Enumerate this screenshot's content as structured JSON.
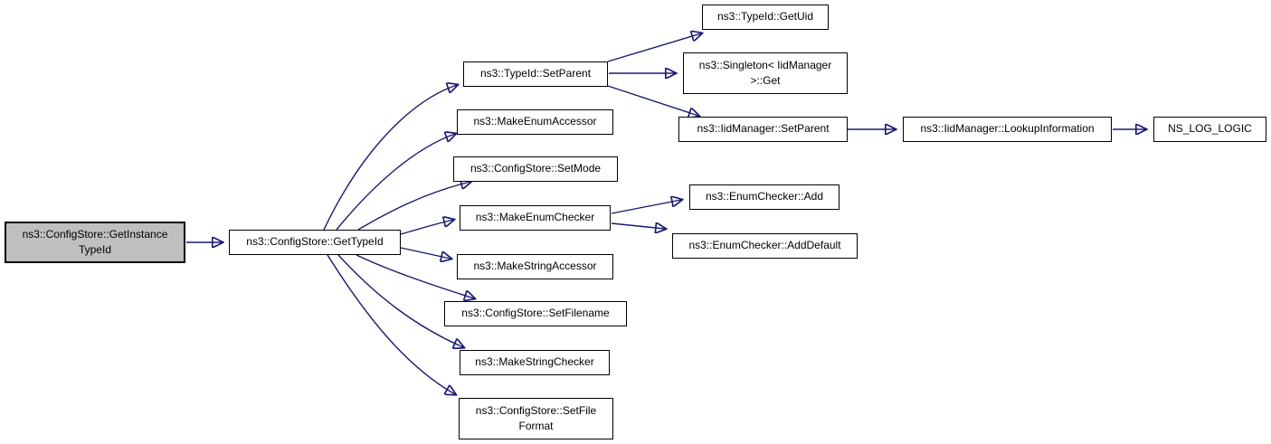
{
  "diagram": {
    "colors": {
      "edge": "#191970",
      "node_border": "#000000",
      "node_fill": "#ffffff",
      "highlight_fill": "#bfbfbf",
      "background": "#ffffff"
    },
    "nodes": [
      {
        "id": "configstore-getinstancetypeid",
        "label": "ns3::ConfigStore::GetInstance\nTypeId",
        "highlighted": true
      },
      {
        "id": "configstore-gettypeid",
        "label": "ns3::ConfigStore::GetTypeId",
        "highlighted": false
      },
      {
        "id": "typeid-setparent",
        "label": "ns3::TypeId::SetParent",
        "highlighted": false
      },
      {
        "id": "typeid-getuid",
        "label": "ns3::TypeId::GetUid",
        "highlighted": false
      },
      {
        "id": "singleton-iidmanager-get",
        "label": "ns3::Singleton< IidManager\n>::Get",
        "highlighted": false
      },
      {
        "id": "iidmanager-setparent",
        "label": "ns3::IidManager::SetParent",
        "highlighted": false
      },
      {
        "id": "iidmanager-lookupinformation",
        "label": "ns3::IidManager::LookupInformation",
        "highlighted": false
      },
      {
        "id": "ns-log-logic",
        "label": "NS_LOG_LOGIC",
        "highlighted": false
      },
      {
        "id": "makeenumaccessor",
        "label": "ns3::MakeEnumAccessor",
        "highlighted": false
      },
      {
        "id": "configstore-setmode",
        "label": "ns3::ConfigStore::SetMode",
        "highlighted": false
      },
      {
        "id": "makeenumchecker",
        "label": "ns3::MakeEnumChecker",
        "highlighted": false
      },
      {
        "id": "enumchecker-add",
        "label": "ns3::EnumChecker::Add",
        "highlighted": false
      },
      {
        "id": "enumchecker-adddefault",
        "label": "ns3::EnumChecker::AddDefault",
        "highlighted": false
      },
      {
        "id": "makestringaccessor",
        "label": "ns3::MakeStringAccessor",
        "highlighted": false
      },
      {
        "id": "configstore-setfilename",
        "label": "ns3::ConfigStore::SetFilename",
        "highlighted": false
      },
      {
        "id": "makestringchecker",
        "label": "ns3::MakeStringChecker",
        "highlighted": false
      },
      {
        "id": "configstore-setfileformat",
        "label": "ns3::ConfigStore::SetFile\nFormat",
        "highlighted": false
      }
    ],
    "edges": [
      {
        "from": "configstore-getinstancetypeid",
        "to": "configstore-gettypeid"
      },
      {
        "from": "configstore-gettypeid",
        "to": "typeid-setparent"
      },
      {
        "from": "configstore-gettypeid",
        "to": "makeenumaccessor"
      },
      {
        "from": "configstore-gettypeid",
        "to": "configstore-setmode"
      },
      {
        "from": "configstore-gettypeid",
        "to": "makeenumchecker"
      },
      {
        "from": "configstore-gettypeid",
        "to": "makestringaccessor"
      },
      {
        "from": "configstore-gettypeid",
        "to": "configstore-setfilename"
      },
      {
        "from": "configstore-gettypeid",
        "to": "makestringchecker"
      },
      {
        "from": "configstore-gettypeid",
        "to": "configstore-setfileformat"
      },
      {
        "from": "typeid-setparent",
        "to": "typeid-getuid"
      },
      {
        "from": "typeid-setparent",
        "to": "singleton-iidmanager-get"
      },
      {
        "from": "typeid-setparent",
        "to": "iidmanager-setparent"
      },
      {
        "from": "iidmanager-setparent",
        "to": "iidmanager-lookupinformation"
      },
      {
        "from": "iidmanager-lookupinformation",
        "to": "ns-log-logic"
      },
      {
        "from": "makeenumchecker",
        "to": "enumchecker-add"
      },
      {
        "from": "makeenumchecker",
        "to": "enumchecker-adddefault"
      }
    ]
  }
}
